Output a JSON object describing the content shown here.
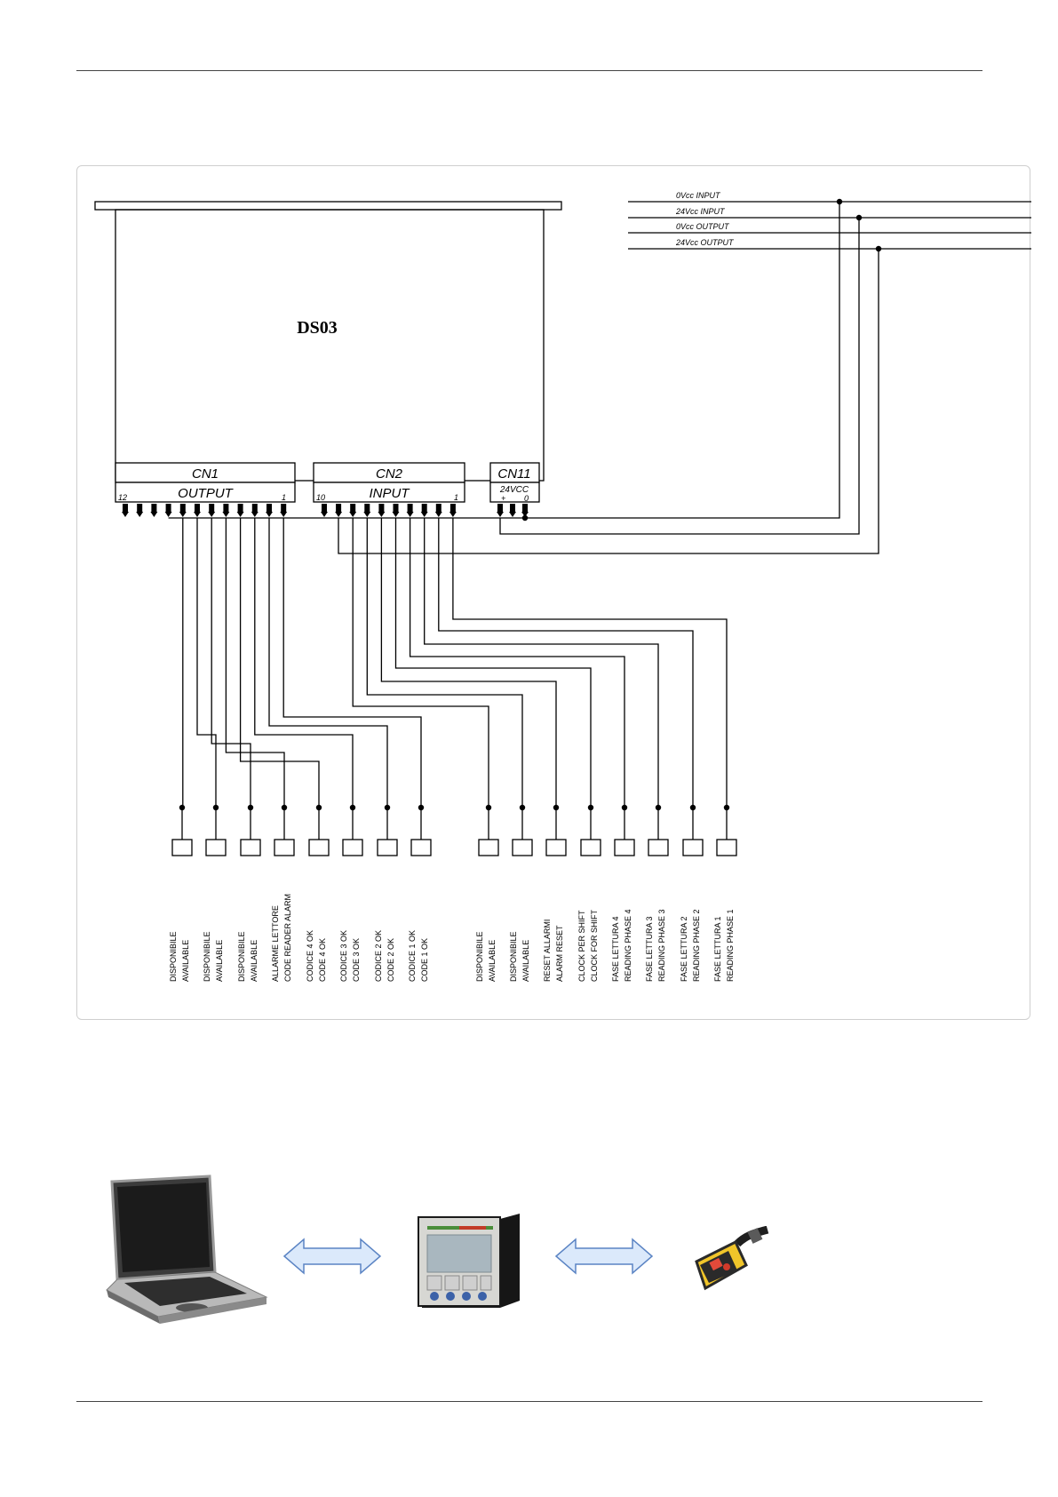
{
  "diagram": {
    "title": "DS03",
    "connectors": {
      "cn1": {
        "name": "CN1",
        "label": "OUTPUT",
        "pin_first": "12",
        "pin_last": "1"
      },
      "cn2": {
        "name": "CN2",
        "label": "INPUT",
        "pin_first": "10",
        "pin_last": "1"
      },
      "cn11": {
        "name": "CN11",
        "label": "24VCC",
        "pin_plus": "+",
        "pin_zero": "0"
      }
    },
    "power_lines": [
      "0Vcc INPUT",
      "24Vcc INPUT",
      "0Vcc OUTPUT",
      "24Vcc OUTPUT"
    ],
    "output_labels": [
      [
        "DISPONIBILE",
        "AVAILABLE"
      ],
      [
        "DISPONIBILE",
        "AVAILABLE"
      ],
      [
        "DISPONIBILE",
        "AVAILABLE"
      ],
      [
        "ALLARME LETTORE",
        "CODE READER ALARM"
      ],
      [
        "CODICE 4 OK",
        "CODE 4 OK"
      ],
      [
        "CODICE 3 OK",
        "CODE 3 OK"
      ],
      [
        "CODICE 2 OK",
        "CODE 2 OK"
      ],
      [
        "CODICE 1 OK",
        "CODE 1 OK"
      ]
    ],
    "input_labels": [
      [
        "DISPONIBILE",
        "AVAILABLE"
      ],
      [
        "DISPONIBILE",
        "AVAILABLE"
      ],
      [
        "RESET ALLARMI",
        "ALARM RESET"
      ],
      [
        "CLOCK PER SHIFT",
        "CLOCK FOR SHIFT"
      ],
      [
        "FASE LETTURA 4",
        "READING PHASE 4"
      ],
      [
        "FASE LETTURA 3",
        "READING PHASE 3"
      ],
      [
        "FASE LETTURA 2",
        "READING PHASE 2"
      ],
      [
        "FASE LETTURA 1",
        "READING PHASE 1"
      ]
    ]
  },
  "communication": {
    "devices": [
      "laptop-icon",
      "ds03-panel-icon",
      "barcode-reader-icon"
    ],
    "arrow_fill": "#dbe9fb",
    "arrow_stroke": "#5b84c4"
  }
}
